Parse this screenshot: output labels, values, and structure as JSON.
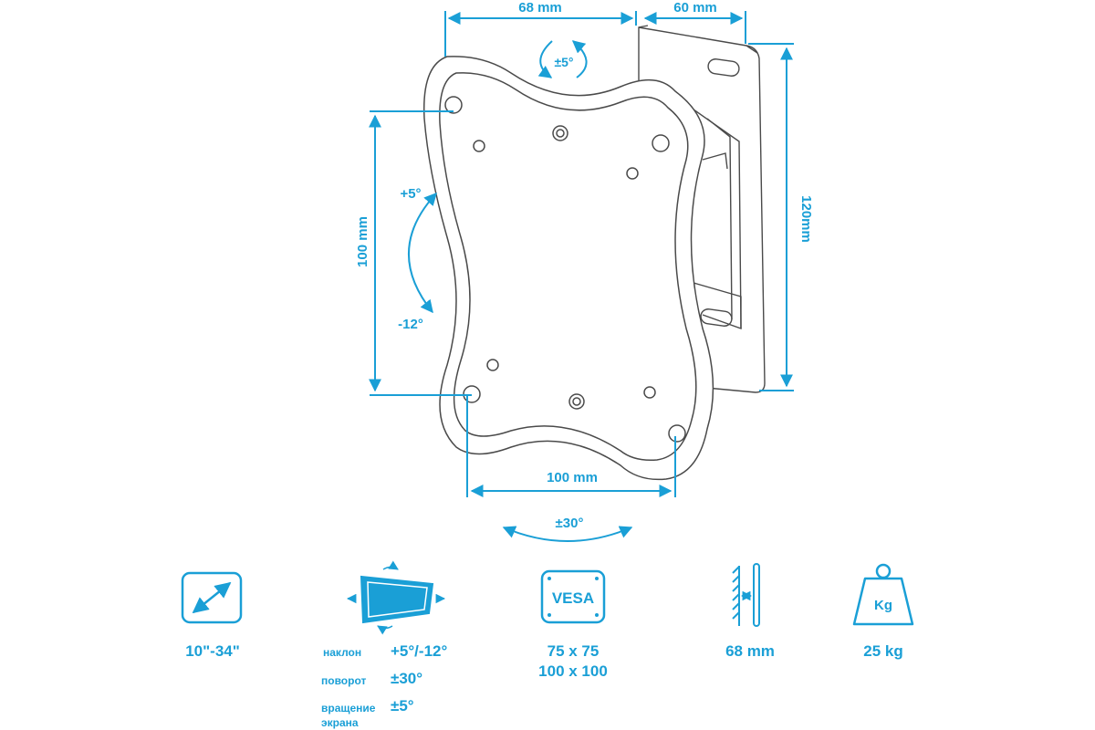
{
  "colors": {
    "accent": "#1a9fd6",
    "line": "#4a4a4a"
  },
  "dimensions": {
    "top_width": "68 mm",
    "top_depth": "60 mm",
    "right_height": "120mm",
    "left_height": "100 mm",
    "bottom_width": "100 mm"
  },
  "angles": {
    "rotate": "±5°",
    "tilt_up": "+5°",
    "tilt_down": "-12°",
    "swivel": "±30°"
  },
  "specs": {
    "diagonal": {
      "icon": "diagonal-arrow-icon",
      "value": "10\"-34\""
    },
    "motion": {
      "icon": "tilt-swivel-screen-icon",
      "rows": [
        {
          "label": "наклон",
          "value": "+5°/-12°"
        },
        {
          "label": "поворот",
          "value": "±30°"
        },
        {
          "label": "вращение экрана",
          "label_line1": "вращение",
          "label_line2": "экрана",
          "value": "±5°"
        }
      ]
    },
    "vesa": {
      "icon": "vesa-icon",
      "icon_text": "VESA",
      "values": [
        "75 x 75",
        "100 x 100"
      ]
    },
    "wall_distance": {
      "icon": "wall-distance-icon",
      "value": "68 mm"
    },
    "load": {
      "icon": "weight-icon",
      "icon_text": "Kg",
      "value": "25 kg"
    }
  }
}
